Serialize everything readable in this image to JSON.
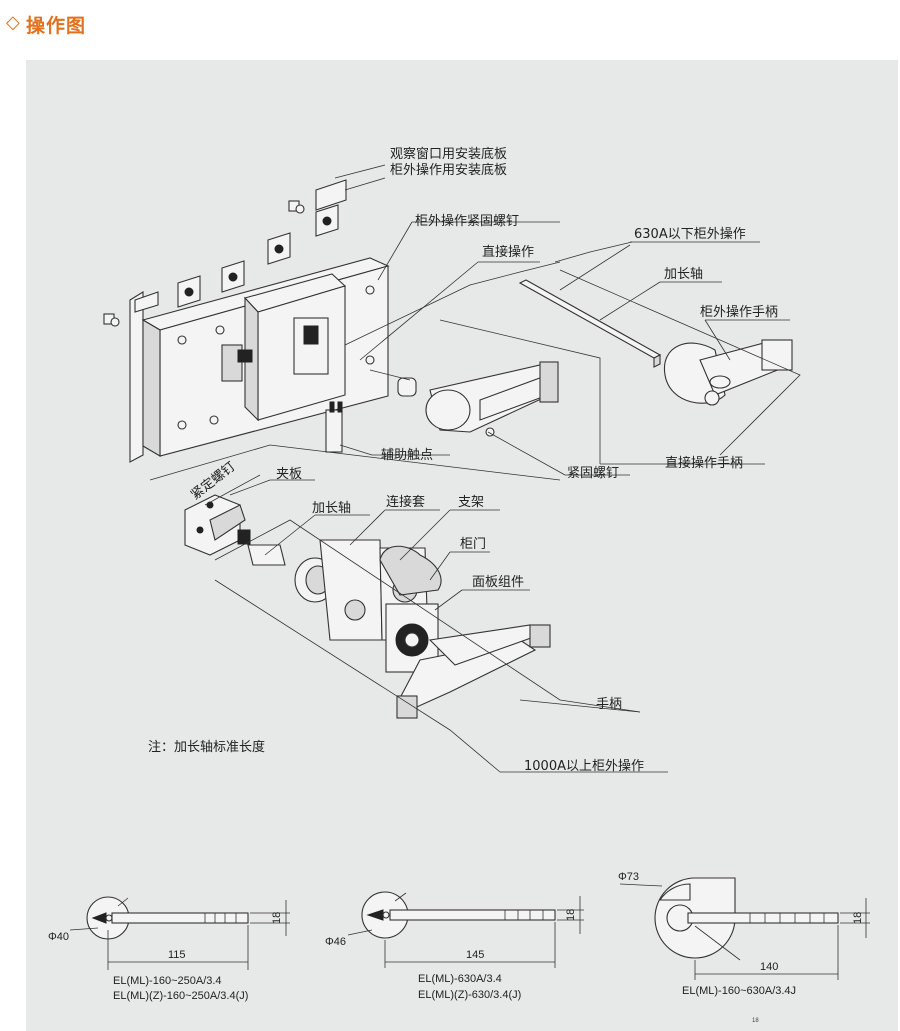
{
  "header": {
    "title": "操作图"
  },
  "labels": {
    "window_plate": "观察窗口用安装底板",
    "cabinet_plate": "柜外操作用安装底板",
    "fastening_screw_ext": "柜外操作紧固螺钉",
    "direct_operation": "直接操作",
    "below_630a": "630A以下柜外操作",
    "extension_shaft": "加长轴",
    "ext_handle": "柜外操作手柄",
    "aux_contact": "辅助触点",
    "fastening_screw": "紧固螺钉",
    "direct_handle": "直接操作手柄",
    "set_screw": "紧定螺钉",
    "clamp_plate": "夹板",
    "extension_shaft_2": "加长轴",
    "coupling": "连接套",
    "bracket": "支架",
    "cabinet_door": "柜门",
    "panel_assembly": "面板组件",
    "handle": "手柄",
    "above_1000a": "1000A以上柜外操作",
    "note": "注：加长轴标准长度"
  },
  "dimensions": [
    {
      "diameter": "Φ40",
      "height": "18",
      "length": "115",
      "model_1": "EL(ML)-160~250A/3.4",
      "model_2": "EL(ML)(Z)-160~250A/3.4(J)"
    },
    {
      "diameter": "Φ46",
      "height": "18",
      "length": "145",
      "model_1": "EL(ML)-630A/3.4",
      "model_2": "EL(ML)(Z)-630/3.4(J)"
    },
    {
      "diameter": "Φ73",
      "height": "18",
      "length": "140",
      "model_1": "EL(ML)-160~630A/3.4J",
      "model_2": ""
    }
  ],
  "page_number": "18"
}
